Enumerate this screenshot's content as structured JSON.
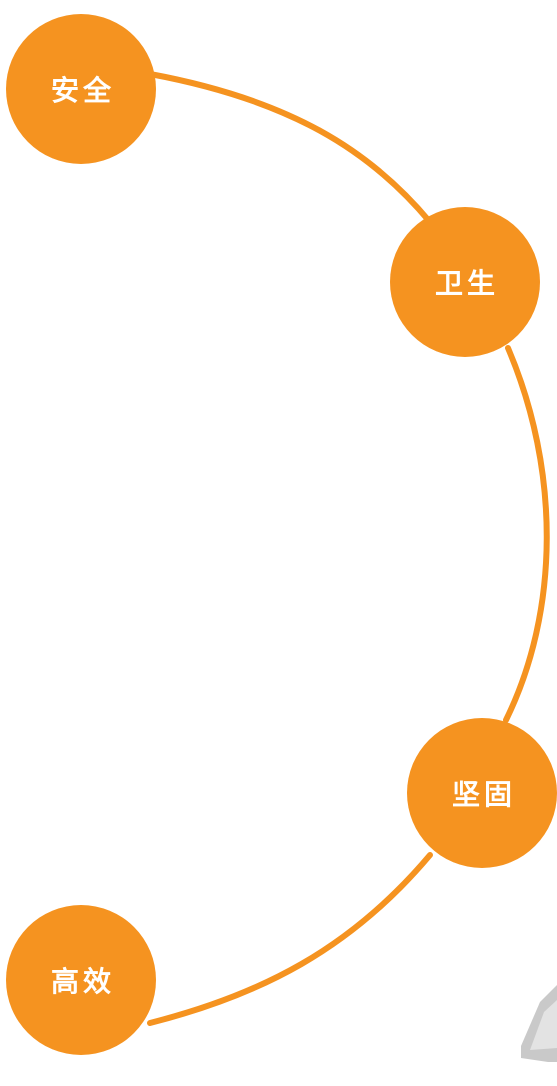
{
  "theme": {
    "accent_color": "#f59320",
    "line_color": "#f59320",
    "text_color": "#ffffff",
    "photo_color": "#c9c9c9"
  },
  "nodes": [
    {
      "label": "安全"
    },
    {
      "label": "卫生"
    },
    {
      "label": "坚固"
    },
    {
      "label": "高效"
    }
  ]
}
